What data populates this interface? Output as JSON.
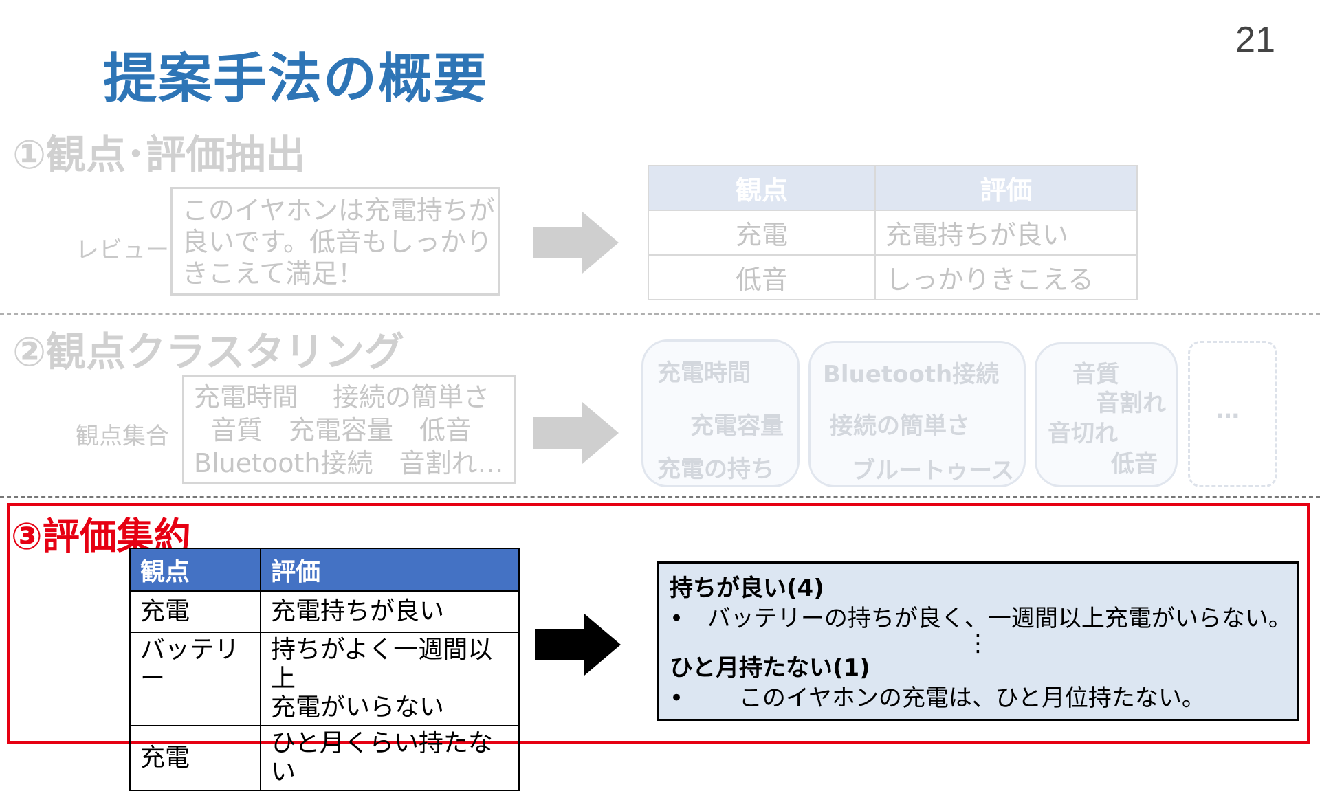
{
  "slide": {
    "title": "提案手法の概要",
    "page_number": "21"
  },
  "step1": {
    "heading": "①観点･評価抽出",
    "review_label": "レビュー",
    "review_lines": [
      "このイヤホンは充電持ちが",
      "良いです。低音もしっかり",
      "きこえて満足！"
    ],
    "table": {
      "headers": [
        "観点",
        "評価"
      ],
      "rows": [
        [
          "充電",
          "充電持ちが良い"
        ],
        [
          "低音",
          "しっかりきこえる"
        ]
      ]
    }
  },
  "step2": {
    "heading": "②観点クラスタリング",
    "set_label": "観点集合",
    "set_lines": [
      "充電時間　 接続の簡単さ",
      "音質　充電容量　低音",
      "Bluetooth接続　音割れ…"
    ],
    "clusters": [
      [
        "充電時間",
        "充電容量",
        "充電の持ち"
      ],
      [
        "Bluetooth接続",
        "接続の簡単さ",
        "ブルートゥース"
      ],
      [
        "音質",
        "音割れ",
        "音切れ",
        "低音"
      ]
    ],
    "more": "…"
  },
  "step3": {
    "heading": "③評価集約",
    "table": {
      "headers": [
        "観点",
        "評価"
      ],
      "rows": [
        [
          "充電",
          "充電持ちが良い"
        ],
        [
          "バッテリー",
          "持ちがよく一週間以上\n充電がいらない"
        ],
        [
          "充電",
          "ひと月くらい持たない"
        ]
      ]
    },
    "summary": {
      "group1_title": "持ちが良い(4)",
      "group1_bullet": "バッテリーの持ちが良く、一週間以上充電がいらない。",
      "vertical_ellipsis": "⋮",
      "group2_title": "ひと月持たない(1)",
      "group2_bullet": "このイヤホンの充電は、ひと月位持たない。",
      "bullet_marker": "•"
    }
  },
  "colors": {
    "title_blue": "#2e75b6",
    "section3_red": "#e60012",
    "table_header_blue": "#4472c4",
    "summary_bg": "#dce6f2"
  }
}
